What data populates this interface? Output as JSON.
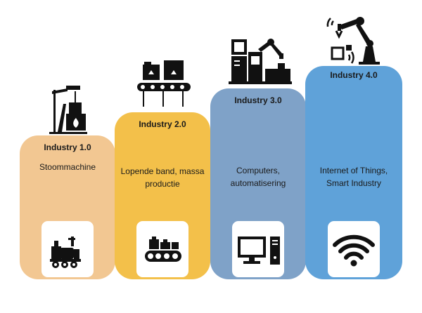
{
  "columns": [
    {
      "title": "Industry 1.0",
      "description": "Stoommachine",
      "color": "#F2C792",
      "border": "#F2C792",
      "top_icon": "oil-derrick-icon",
      "card_icon": "steam-locomotive-icon"
    },
    {
      "title": "Industry 2.0",
      "description": "Lopende band, massa productie",
      "color": "#F3C04A",
      "border": "#F3C04A",
      "top_icon": "conveyor-boxes-icon",
      "card_icon": "conveyor-belt-icon"
    },
    {
      "title": "Industry 3.0",
      "description": "Computers, automatisering",
      "color": "#7FA2C8",
      "border": "#7FA2C8",
      "top_icon": "robot-arm-computer-icon",
      "card_icon": "desktop-computer-icon"
    },
    {
      "title": "Industry 4.0",
      "description": "Internet of Things, Smart Industry",
      "color": "#5FA2D9",
      "border": "#5FA2D9",
      "top_icon": "smart-robot-arm-icon",
      "card_icon": "wifi-icon"
    }
  ]
}
